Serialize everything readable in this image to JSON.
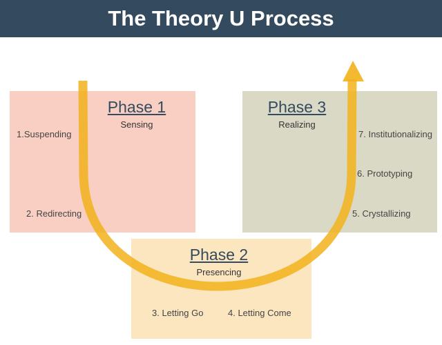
{
  "title": "The Theory U Process",
  "colors": {
    "header_bg": "#344a5e",
    "phase1_bg": "#f9cfc3",
    "phase2_bg": "#fbe6c0",
    "phase3_bg": "#dad9c5",
    "arrow": "#f2b21b"
  },
  "phases": [
    {
      "title": "Phase 1",
      "subtitle": "Sensing"
    },
    {
      "title": "Phase 2",
      "subtitle": "Presencing"
    },
    {
      "title": "Phase 3",
      "subtitle": "Realizing"
    }
  ],
  "steps": [
    "1.Suspending",
    "2. Redirecting",
    "3. Letting Go",
    "4. Letting Come",
    "5. Crystallizing",
    "6. Prototyping",
    "7. Institutionalizing"
  ]
}
